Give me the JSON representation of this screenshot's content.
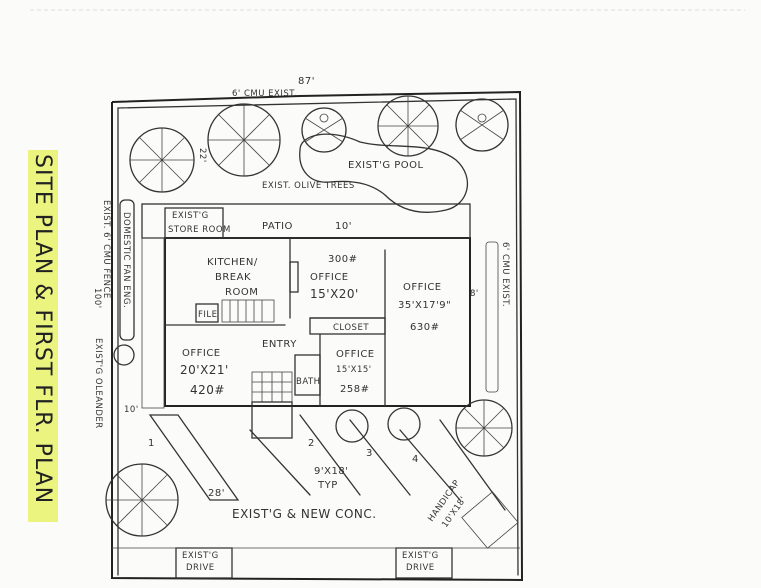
{
  "title": "SITE PLAN & FIRST FLR. PLAN",
  "dimensions": {
    "top": "87'",
    "left_upper": "22'",
    "left_lower": "10'",
    "right": "8'",
    "bottom": "28'",
    "fence_side": "100'"
  },
  "labels": {
    "cmu_top": "6' CMU EXIST.",
    "cmu_left": "EXIST. 6' CMU FENCE",
    "cmu_right": "6' CMU EXIST.",
    "pool": "EXIST'G POOL",
    "olive_trees": "EXIST. OLIVE TREES",
    "domestic_fan": "DOMESTIC FAN ENG.",
    "oleander": "EXIST'G OLEANDER",
    "storeroom_1": "EXIST'G",
    "storeroom_2": "STORE ROOM",
    "patio": "PATIO",
    "patio_dim": "10'",
    "kitchen_1": "KITCHEN/",
    "kitchen_2": "BREAK",
    "kitchen_3": "ROOM",
    "file": "FILE",
    "office_a_1": "OFFICE",
    "office_a_2": "20'X21'",
    "office_a_3": "420#",
    "entry": "ENTRY",
    "bath": "BATH",
    "office_b_1": "300#",
    "office_b_2": "OFFICE",
    "office_b_3": "15'X20'",
    "closet": "CLOSET",
    "office_c_1": "OFFICE",
    "office_c_2": "15'X15'",
    "office_c_3": "258#",
    "office_d_1": "OFFICE",
    "office_d_2": "35'X17'9\"",
    "office_d_3": "630#",
    "stall_1": "1",
    "stall_2": "2",
    "stall_3": "3",
    "stall_4": "4",
    "stall_size": "9'X18'",
    "stall_typ": "TYP",
    "handicap_1": "HANDICAP",
    "handicap_2": "10'X18'",
    "paving": "EXIST'G & NEW CONC.",
    "drive_left_1": "EXIST'G",
    "drive_left_2": "DRIVE",
    "drive_right_1": "EXIST'G",
    "drive_right_2": "DRIVE"
  },
  "colors": {
    "ink": "#2b2b2b",
    "paper": "#fbfbf9",
    "highlight": "#e8f26a"
  }
}
